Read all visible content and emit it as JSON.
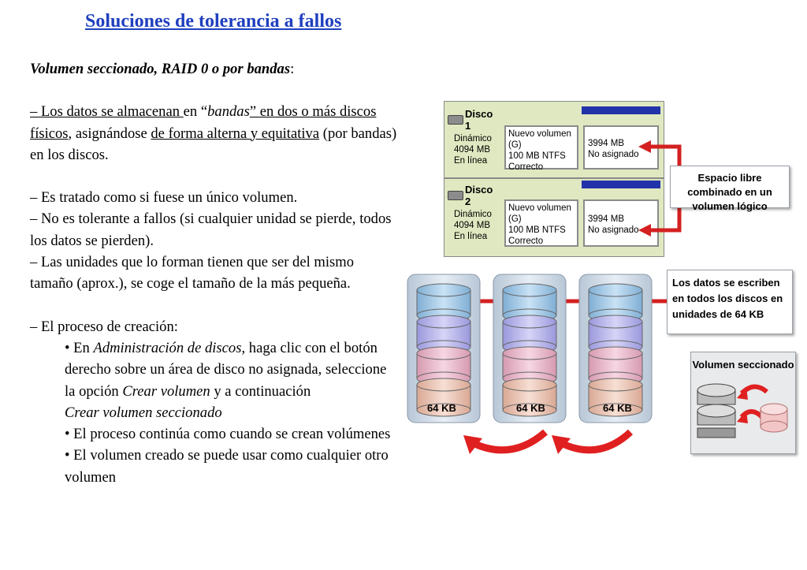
{
  "title": "Soluciones de tolerancia a fallos",
  "heading": {
    "text": "Volumen seccionado, RAID 0 o por bandas",
    "colon": ":"
  },
  "para1": {
    "a": "– Los datos se almacenan ",
    "b": "en “",
    "c": "bandas",
    "d": "” en dos o más discos físicos",
    "e": ", asignándose ",
    "f": "de forma alterna y equitativa",
    "g": " (por bandas) en los discos."
  },
  "lines": [
    "– Es tratado como si fuese un único volumen.",
    "– No es tolerante a fallos (si cualquier unidad se pierde, todos los datos se pierden).",
    "– Las unidades que lo forman tienen que ser del mismo tamaño (aprox.), se coge el tamaño de la más pequeña."
  ],
  "process_title": "– El proceso de creación:",
  "bullet1": {
    "a": "•  En ",
    "b": "Administración de discos",
    "c": ", haga clic con el botón derecho sobre un área de disco no asignada, seleccione la opción ",
    "d": "Crear volumen",
    "e": " y a continuación",
    "f": "Crear volumen seccionado"
  },
  "bullet2": "•   El proceso continúa como cuando se crean volúmenes",
  "bullet3": "•  El volumen creado se puede usar como cualquier otro volumen",
  "figure": {
    "disk1": {
      "name": "Disco 1",
      "type": "Dinámico",
      "size": "4094 MB",
      "state": "En línea",
      "vol_name": "Nuevo volumen (G)",
      "vol_fs": "100 MB NTFS",
      "vol_status": "Correcto",
      "free_size": "3994 MB",
      "free_status": "No asignado"
    },
    "disk2": {
      "name": "Disco 2",
      "type": "Dinámico",
      "size": "4094 MB",
      "state": "En línea",
      "vol_name": "Nuevo volumen (G)",
      "vol_fs": "100 MB NTFS",
      "vol_status": "Correcto",
      "free_size": "3994 MB",
      "free_status": "No asignado"
    },
    "callout1": "Espacio libre combinado en un volumen lógico",
    "callout2": "Los datos se escriben en todos los discos en unidades de 64 KB",
    "callout3": "Volumen seccionado",
    "stack_label": "64 KB",
    "colors": {
      "blue_bar": "#2233aa",
      "green_band": "#dfe8c0",
      "arrow": "#e02020"
    }
  }
}
